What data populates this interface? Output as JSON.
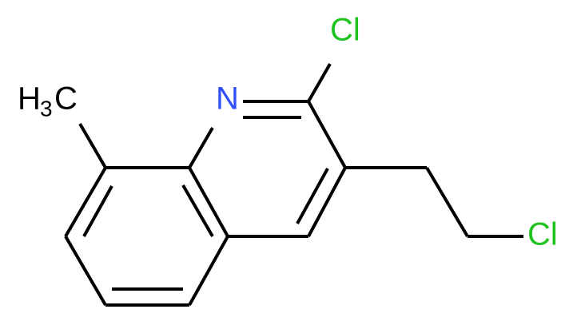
{
  "molecule": {
    "atoms": {
      "cl_top": "Cl",
      "nitrogen": "N",
      "methyl_h": "H",
      "methyl_sub": "3",
      "methyl_c": "C",
      "cl_right": "Cl"
    }
  },
  "colors": {
    "bond": "#000000",
    "chlorine": "#1fc21f",
    "nitrogen": "#3050f8",
    "carbon": "#000000",
    "background": "#ffffff"
  }
}
